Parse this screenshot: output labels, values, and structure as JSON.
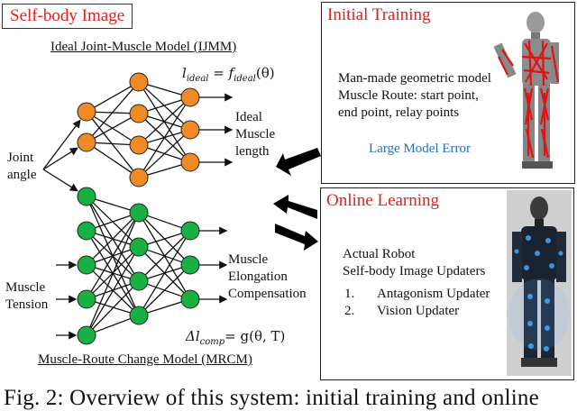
{
  "self_body_title": "Self-body Image",
  "ijmm_title": "Ideal Joint-Muscle Model (IJMM)",
  "ijmm_formula": "l_ideal = f_ideal(θ)",
  "ijmm_formula_parts": {
    "lhs_var": "l",
    "lhs_sub": "ideal",
    "rhs_fn": "f",
    "rhs_sub": "ideal",
    "rhs_arg": "(θ)"
  },
  "input_joint": [
    "Joint",
    "angle"
  ],
  "input_tension": [
    "Muscle",
    "Tension"
  ],
  "output_ideal": [
    "Ideal",
    "Muscle",
    "length"
  ],
  "output_comp": [
    "Muscle",
    "Elongation",
    "Compensation"
  ],
  "mrcm_formula": "Δl_comp = g(θ, T)",
  "mrcm_formula_parts": {
    "lhs_var": "Δl",
    "lhs_sub": "comp",
    "rhs": "= g(θ, T)"
  },
  "mrcm_title": "Muscle-Route Change Model (MRCM)",
  "initial_training": {
    "title": "Initial Training",
    "lines": [
      "Man-made geometric model",
      "Muscle Route: start point,",
      "end point, relay points"
    ],
    "error": "Large Model Error"
  },
  "online_learning": {
    "title": "Online Learning",
    "lines": [
      "Actual Robot",
      "Self-body Image Updaters"
    ],
    "updaters": [
      {
        "num": "1.",
        "label": "Antagonism Updater"
      },
      {
        "num": "2.",
        "label": "Vision Updater"
      }
    ]
  },
  "caption": "Fig. 2: Overview of this system: initial training and online",
  "colors": {
    "accent_red": "#e0201c",
    "node_orange": "#f08a24",
    "node_green": "#19b043",
    "error_blue": "#1f6fc0"
  }
}
